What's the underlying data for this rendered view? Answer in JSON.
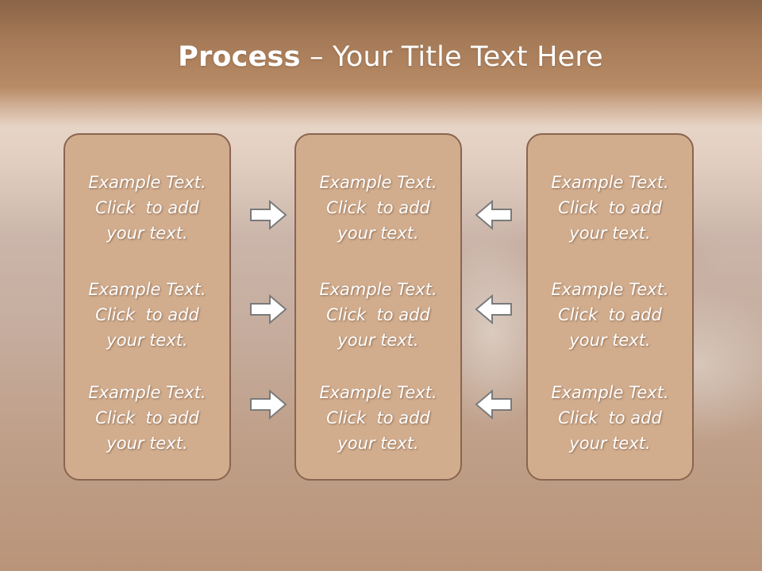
{
  "title": {
    "bold": "Process",
    "rest": " – Your Title Text Here"
  },
  "columns": [
    {
      "items": [
        {
          "l1": "Example Text.",
          "l2": "Click  to add",
          "l3": "your text."
        },
        {
          "l1": "Example Text.",
          "l2": "Click  to add",
          "l3": "your text."
        },
        {
          "l1": "Example Text.",
          "l2": "Click  to add",
          "l3": "your text."
        }
      ]
    },
    {
      "items": [
        {
          "l1": "Example Text.",
          "l2": "Click  to add",
          "l3": "your text."
        },
        {
          "l1": "Example Text.",
          "l2": "Click  to add",
          "l3": "your text."
        },
        {
          "l1": "Example Text.",
          "l2": "Click  to add",
          "l3": "your text."
        }
      ]
    },
    {
      "items": [
        {
          "l1": "Example Text.",
          "l2": "Click  to add",
          "l3": "your text."
        },
        {
          "l1": "Example Text.",
          "l2": "Click  to add",
          "l3": "your text."
        },
        {
          "l1": "Example Text.",
          "l2": "Click  to add",
          "l3": "your text."
        }
      ]
    }
  ],
  "icons": {
    "left_arrows": "arrow-right-icon",
    "right_arrows": "arrow-left-icon"
  },
  "colors": {
    "box_fill": "#d1ad8e",
    "box_border": "#8a6550",
    "arrow_fill": "#ffffff",
    "arrow_stroke": "#7a7a7a"
  }
}
